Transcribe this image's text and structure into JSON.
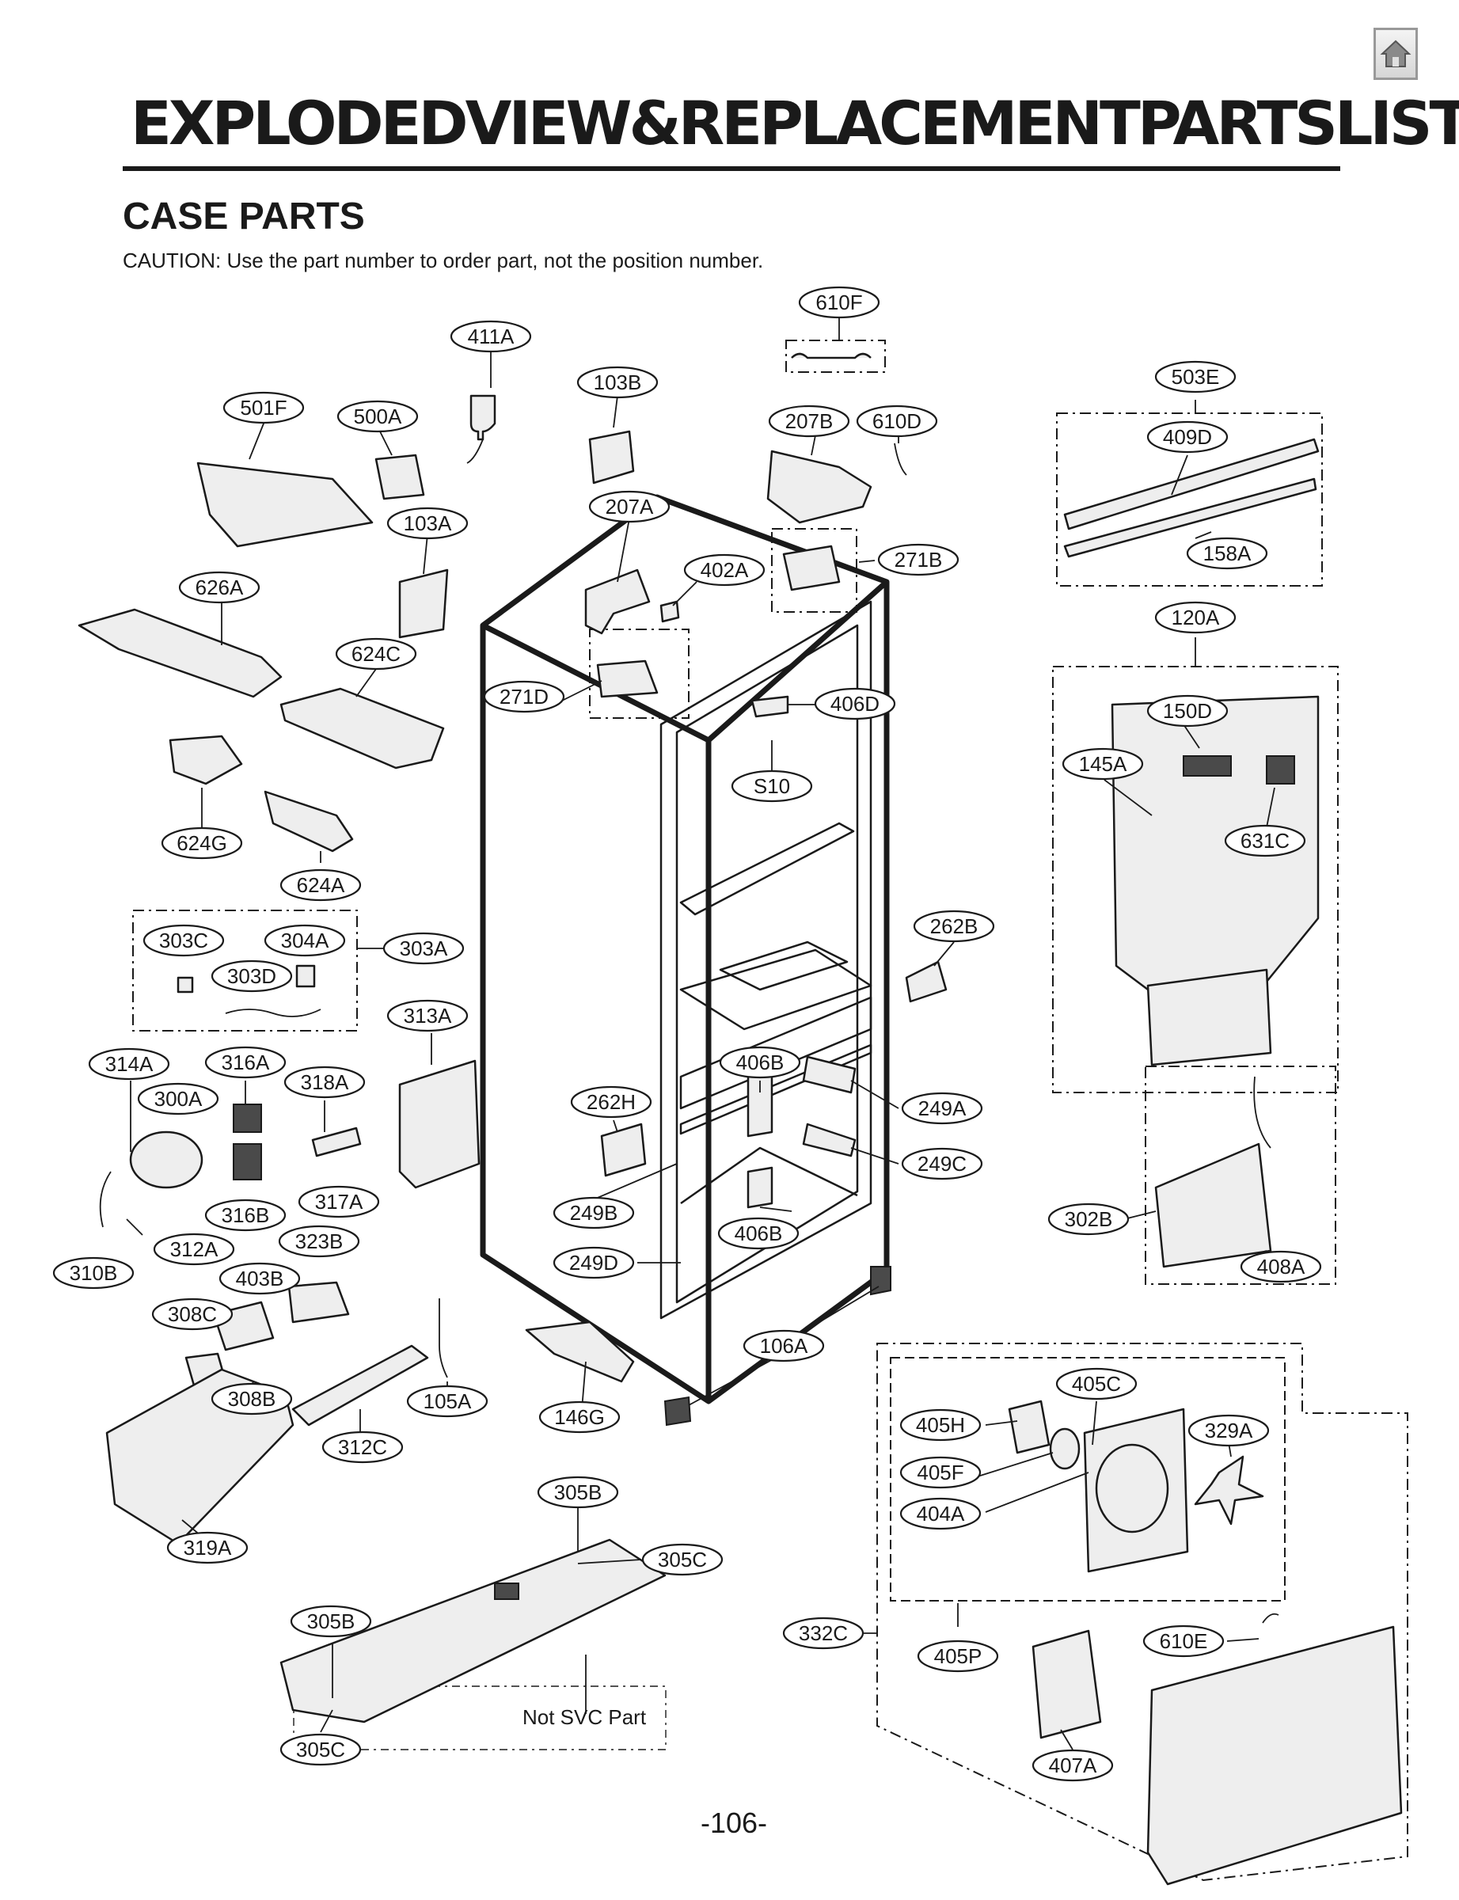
{
  "page": {
    "title": "EXPLODEDVIEW&REPLACEMENTPARTSLIST",
    "section": "CASE PARTS",
    "caution": "CAUTION: Use the part number to order part, not the position number.",
    "page_number": "-106-",
    "home_icon": "home-icon"
  },
  "note": {
    "not_svc": "Not SVC Part"
  },
  "labels": {
    "l610F": "610F",
    "l411A": "411A",
    "l103B": "103B",
    "l503E": "503E",
    "l501F": "501F",
    "l500A": "500A",
    "l207B": "207B",
    "l610D": "610D",
    "l409D": "409D",
    "l207A": "207A",
    "l103A": "103A",
    "l402A": "402A",
    "l271B": "271B",
    "l158A": "158A",
    "l626A": "626A",
    "l120A": "120A",
    "l624C": "624C",
    "l271D": "271D",
    "l406D": "406D",
    "l150D": "150D",
    "l145A": "145A",
    "lS10": "S10",
    "l631C": "631C",
    "l624G": "624G",
    "l624A": "624A",
    "l262B": "262B",
    "l303C": "303C",
    "l304A": "304A",
    "l303A": "303A",
    "l303D": "303D",
    "l313A": "313A",
    "l314A": "314A",
    "l316A": "316A",
    "l406B": "406B",
    "l318A": "318A",
    "l300A": "300A",
    "l262H": "262H",
    "l249A": "249A",
    "l249C": "249C",
    "l316B": "316B",
    "l317A": "317A",
    "l249B": "249B",
    "l302B": "302B",
    "l312A": "312A",
    "l323B": "323B",
    "l406B2": "406B",
    "l310B": "310B",
    "l249D": "249D",
    "l408A": "408A",
    "l403B": "403B",
    "l308C": "308C",
    "l106A": "106A",
    "l405C": "405C",
    "l308B": "308B",
    "l105A": "105A",
    "l146G": "146G",
    "l405H": "405H",
    "l329A": "329A",
    "l312C": "312C",
    "l405F": "405F",
    "l404A": "404A",
    "l305B": "305B",
    "l319A": "319A",
    "l305C": "305C",
    "l305B2": "305B",
    "l332C": "332C",
    "l610E": "610E",
    "l405P": "405P",
    "l305C2": "305C",
    "l407A": "407A"
  }
}
